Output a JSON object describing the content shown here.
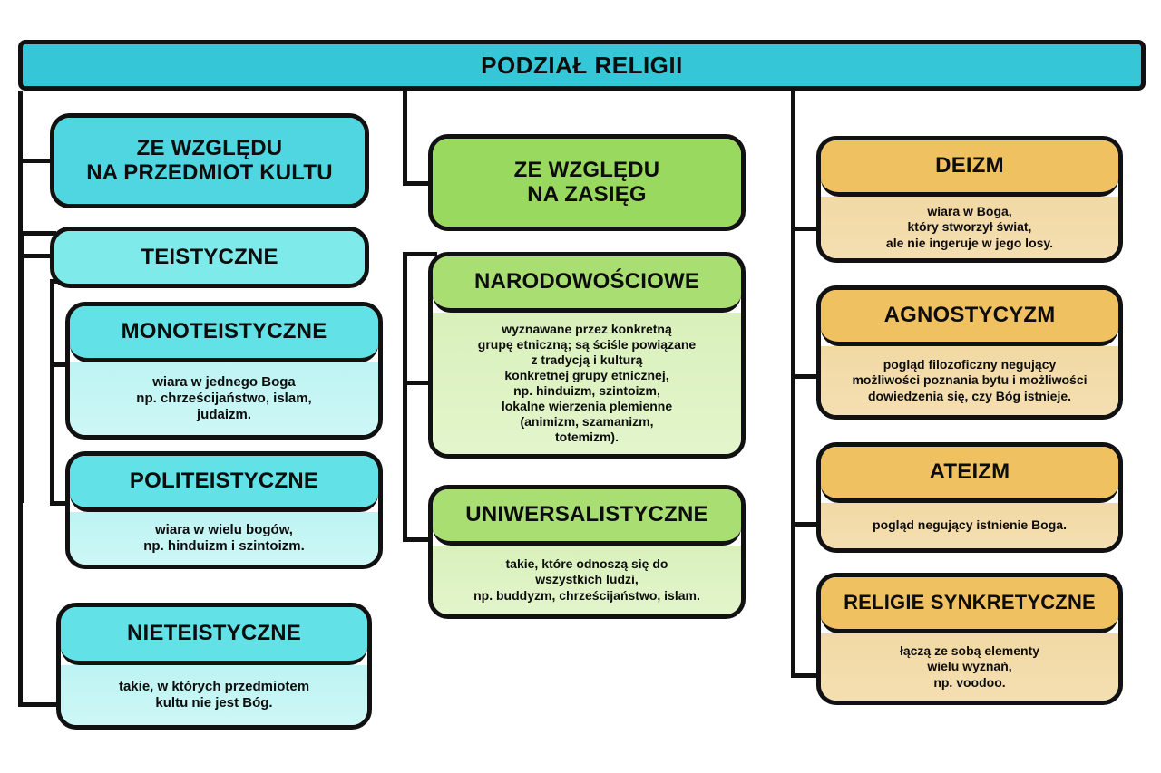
{
  "title": "PODZIAŁ RELIGII",
  "colors": {
    "title_bar": "#35c6d8",
    "teal_header": "#4fd6e0",
    "teal_header_light": "#7eeaea",
    "teal_body": "#c6f5f4",
    "green_header": "#9ad95f",
    "green_body": "#dcf2c2",
    "orange_header": "#f0c161",
    "orange_body": "#f2dcaa",
    "outline": "#111111"
  },
  "columns": [
    {
      "key": "kult",
      "branch_label": "ZE WZGLĘDU\nNA PRZEDMIOT KULTU",
      "nodes": [
        {
          "label": "TEISTYCZNE",
          "desc": ""
        },
        {
          "label": "MONOTEISTYCZNE",
          "desc": "wiara w jednego Boga\nnp. chrześcijaństwo, islam,\njudaizm."
        },
        {
          "label": "POLITEISTYCZNE",
          "desc": "wiara w wielu bogów,\nnp. hinduizm i szintoizm."
        },
        {
          "label": "NIETEISTYCZNE",
          "desc": "takie, w których przedmiotem\nkultu nie jest Bóg."
        }
      ]
    },
    {
      "key": "zasieg",
      "branch_label": "ZE WZGLĘDU\nNA ZASIĘG",
      "nodes": [
        {
          "label": "NARODOWOŚCIOWE",
          "desc": "wyznawane przez konkretną\ngrupę etniczną; są ściśle powiązane\nz tradycją i kulturą\nkonkretnej grupy etnicznej,\nnp. hinduizm, szintoizm,\nlokalne wierzenia plemienne\n(animizm, szamanizm,\ntotemizm)."
        },
        {
          "label": "UNIWERSALISTYCZNE",
          "desc": "takie, które odnoszą się do\nwszystkich ludzi,\nnp. buddyzm, chrześcijaństwo, islam."
        }
      ]
    },
    {
      "key": "postawy",
      "branch_label": "",
      "nodes": [
        {
          "label": "DEIZM",
          "desc": "wiara w Boga,\nktóry stworzył świat,\nale nie ingeruje w jego losy."
        },
        {
          "label": "AGNOSTYCYZM",
          "desc": "pogląd filozoficzny negujący\nmożliwości poznania bytu i możliwości\ndowiedzenia się, czy Bóg istnieje."
        },
        {
          "label": "ATEIZM",
          "desc": "pogląd negujący istnienie Boga."
        },
        {
          "label": "RELIGIE SYNKRETYCZNE",
          "desc": "łączą ze sobą elementy\nwielu wyznań,\nnp. voodoo."
        }
      ]
    }
  ]
}
